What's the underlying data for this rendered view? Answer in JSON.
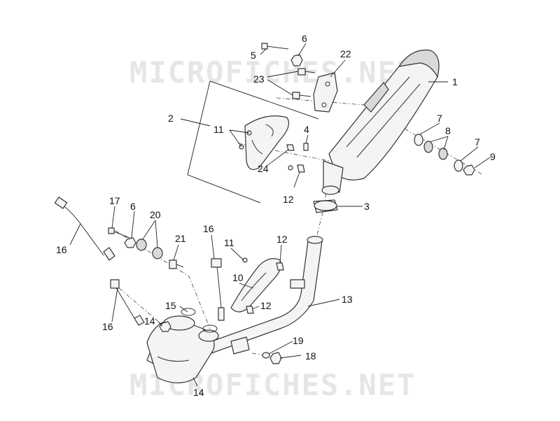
{
  "watermark": {
    "text": "MICROFICHES.NET"
  },
  "callouts": {
    "c1": "1",
    "c2": "2",
    "c3": "3",
    "c4": "4",
    "c5": "5",
    "c6a": "6",
    "c6b": "6",
    "c7a": "7",
    "c7b": "7",
    "c8": "8",
    "c9": "9",
    "c10": "10",
    "c11a": "11",
    "c11b": "11",
    "c12a": "12",
    "c12b": "12",
    "c12c": "12",
    "c13": "13",
    "c14a": "14",
    "c14b": "14",
    "c15": "15",
    "c16a": "16",
    "c16b": "16",
    "c16c": "16",
    "c17": "17",
    "c18": "18",
    "c19": "19",
    "c20": "20",
    "c21": "21",
    "c22": "22",
    "c23": "23",
    "c24": "24"
  },
  "colors": {
    "line": "#333333",
    "watermark": "#e6e6e6",
    "background": "#ffffff"
  }
}
